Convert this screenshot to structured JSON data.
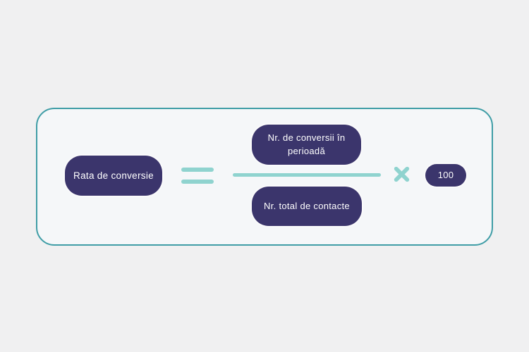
{
  "formula": {
    "result_label": "Rata de conversie",
    "numerator_label": "Nr. de conversii în perioadă",
    "denominator_label": "Nr. total de contacte",
    "multiplier_value": "100"
  },
  "icons": {
    "equals_glyph": "=",
    "multiply_glyph": "×"
  },
  "colors": {
    "page_background": "#f0f0f1",
    "frame_background": "#f5f7f9",
    "frame_border": "#3f9da6",
    "pill_background": "#3b356c",
    "pill_text": "#ffffff",
    "accent": "#8fd3cf"
  }
}
